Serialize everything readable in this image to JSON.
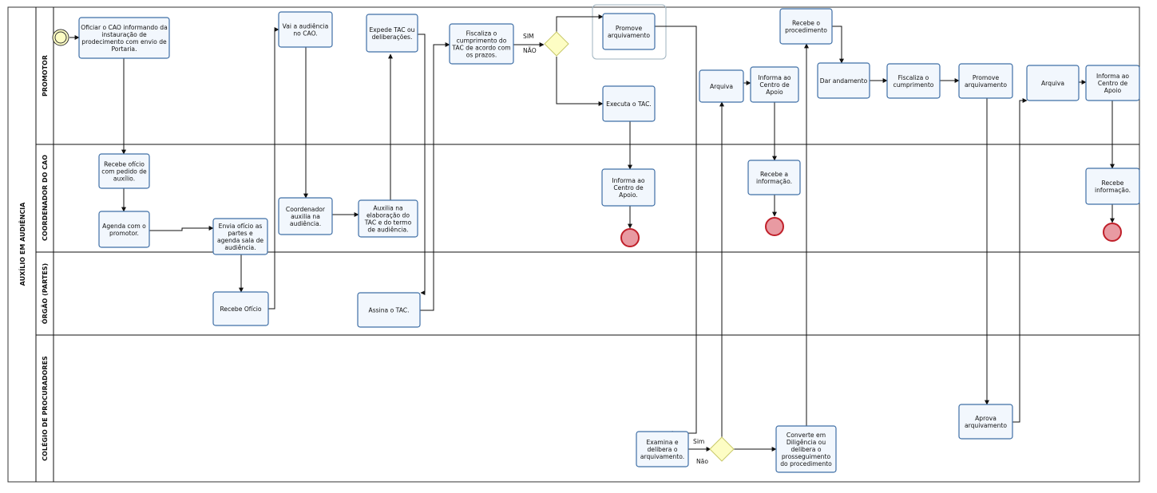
{
  "pool": {
    "name": "AUXÍLIO EM AUDIÊNCIA"
  },
  "lanes": [
    {
      "id": "promotor",
      "name": "PROMOTOR"
    },
    {
      "id": "coordenador",
      "name": "COORDENADOR DO CAO"
    },
    {
      "id": "orgao",
      "name": "ÓRGÃO (PARTES)"
    },
    {
      "id": "colegio",
      "name": "COLÉGIO DE PROCURADORES"
    }
  ],
  "tasks": [
    {
      "id": "t1",
      "lines": [
        "Oficiar o CAO informando da",
        "instauração  de",
        "prodecimento com envio de",
        "Portaria."
      ]
    },
    {
      "id": "t2",
      "lines": [
        "Recebe ofício",
        "com pedido de",
        "auxílio."
      ]
    },
    {
      "id": "t3",
      "lines": [
        "Agenda com o",
        "promotor."
      ]
    },
    {
      "id": "t4",
      "lines": [
        "Envia ofício as",
        "partes e",
        "agenda sala de",
        "audiência."
      ]
    },
    {
      "id": "t5",
      "lines": [
        "Recebe Ofício"
      ]
    },
    {
      "id": "t6",
      "lines": [
        "Vai a audiência",
        "no CAO."
      ]
    },
    {
      "id": "t7",
      "lines": [
        "Coordenador",
        "auxilia na",
        "audiência."
      ]
    },
    {
      "id": "t8",
      "lines": [
        "Auxilia na",
        "elaboração do",
        "TAC e do termo",
        "de audiência."
      ]
    },
    {
      "id": "t9",
      "lines": [
        "Expede TAC ou",
        "deliberações."
      ]
    },
    {
      "id": "t10",
      "lines": [
        "Assina o TAC."
      ]
    },
    {
      "id": "t11",
      "lines": [
        "Fiscaliza o",
        "cumprimento do",
        "TAC de acordo com",
        "os prazos."
      ]
    },
    {
      "id": "t12",
      "lines": [
        "Promove",
        "arquivamento"
      ]
    },
    {
      "id": "t13",
      "lines": [
        "Executa o TAC."
      ]
    },
    {
      "id": "t14",
      "lines": [
        "Informa ao",
        "Centro de",
        "Apoio."
      ]
    },
    {
      "id": "t15",
      "lines": [
        "Examina e",
        "delibera o",
        "arquivamento."
      ]
    },
    {
      "id": "t16",
      "lines": [
        "Arquiva"
      ]
    },
    {
      "id": "t17",
      "lines": [
        "Informa ao",
        "Centro de",
        "Apoio"
      ]
    },
    {
      "id": "t18",
      "lines": [
        "Recebe a",
        "informação."
      ]
    },
    {
      "id": "t19",
      "lines": [
        "Converte em",
        "Diligência ou",
        "delibera o",
        "prosseguimento",
        "do procedimento"
      ]
    },
    {
      "id": "t20",
      "lines": [
        "Recebe o",
        "procedimento"
      ]
    },
    {
      "id": "t21",
      "lines": [
        "Dar andamento"
      ]
    },
    {
      "id": "t22",
      "lines": [
        "Fiscaliza o",
        "cumprimento"
      ]
    },
    {
      "id": "t23",
      "lines": [
        "Promove",
        "arquivamento"
      ]
    },
    {
      "id": "t24",
      "lines": [
        "Aprova",
        "arquivamento"
      ]
    },
    {
      "id": "t25",
      "lines": [
        "Arquiva"
      ]
    },
    {
      "id": "t26",
      "lines": [
        "Informa ao",
        "Centro de",
        "Apoio"
      ]
    },
    {
      "id": "t27",
      "lines": [
        "Recebe",
        "informação."
      ]
    }
  ],
  "labels": [
    {
      "id": "g1_sim",
      "text": "SIM"
    },
    {
      "id": "g1_nao",
      "text": "NÃO"
    },
    {
      "id": "g2_sim",
      "text": "Sim"
    },
    {
      "id": "g2_nao",
      "text": "Não"
    }
  ],
  "colors": {
    "task_fill": "#f2f7fd",
    "task_stroke": "#3f6fa6",
    "gateway_fill": "#fdfdc4",
    "gateway_stroke": "#c8c86a",
    "end_fill": "#e89aa2",
    "end_stroke": "#c0202a"
  }
}
